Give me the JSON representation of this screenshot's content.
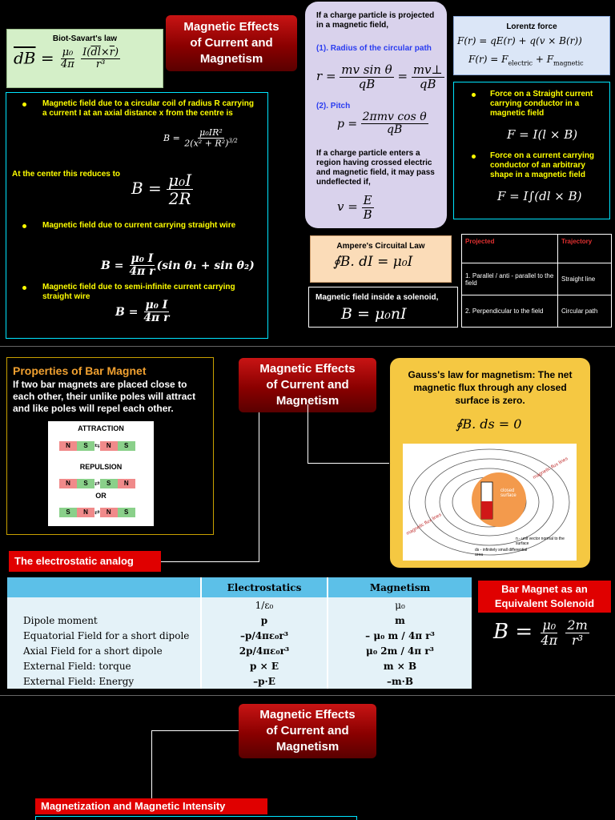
{
  "headers": {
    "top": "Magnetic Effects\nof Current and\nMagnetism",
    "middle": "Magnetic Effects\nof Current and\nMagnetism",
    "bottom": "Magnetic Effects\nof Current and\nMagnetism"
  },
  "biot": {
    "title": "Biot-Savart's law"
  },
  "left_panel": {
    "item1": "Magnetic field due to a circular coil of radius R carrying a current I at an axial distance x from the centre is",
    "center_text": "At the center this reduces to",
    "item2": "Magnetic field due to current carrying straight wire",
    "item3": "Magnetic field due to semi-infinite current carrying straight wire"
  },
  "charge_panel": {
    "intro": "If a charge particle is projected in a magnetic field,",
    "radius_label": "(1). Radius of the circular path",
    "pitch_label": "(2). Pitch",
    "crossed_text": "If a charge particle enters a region having crossed electric and magnetic field, it may pass undeflected if,"
  },
  "lorentz": {
    "title": "Lorentz force",
    "sub_electric": "electric",
    "sub_magnetic": "magnetic"
  },
  "force_panel": {
    "item1": "Force on a Straight current carrying conductor in a magnetic field",
    "item2": "Force on a current carrying conductor of an arbitrary shape in a magnetic field"
  },
  "ampere": {
    "title": "Ampere's Circuital Law"
  },
  "solenoid": {
    "title": "Magnetic field inside a solenoid,"
  },
  "trajectory_table": {
    "headers": [
      "Projected",
      "Trajectory"
    ],
    "rows": [
      [
        "1. Parallel / anti - parallel to the field",
        "Straight line"
      ],
      [
        "2. Perpendicular to the field",
        "Circular path"
      ]
    ]
  },
  "bar_magnet": {
    "title": "Properties of Bar Magnet",
    "text": "If two bar magnets are placed close to each other, their unlike poles will attract and like poles will repel each other.",
    "attraction": "ATTRACTION",
    "repulsion": "REPULSION",
    "or": "OR",
    "n": "N",
    "s": "S"
  },
  "gauss": {
    "text": "Gauss's law for magnetism: The net magnetic flux through any closed surface is zero.",
    "fig_flux1": "magnetic flux lines",
    "fig_flux2": "magnetic flux lines",
    "fig_closed": "closed surface",
    "fig_n": "n - unit vector normal to the surface",
    "fig_ds": "ds - infinitely small differential area"
  },
  "electrostatic_label": "The electrostatic analog",
  "analog_table": {
    "headers": [
      "",
      "Electrostatics",
      "Magnetism"
    ],
    "rows": [
      [
        "",
        "1/ε₀",
        "μ₀"
      ],
      [
        "Dipole moment",
        "p",
        "m"
      ],
      [
        "Equatorial Field for a short dipole",
        "–p/4πε₀r³",
        "– μ₀ m / 4π r³"
      ],
      [
        "Axial Field for a short dipole",
        "2p/4πε₀r³",
        "μ₀ 2m / 4π r³"
      ],
      [
        "External Field: torque",
        "p × E",
        "m × B"
      ],
      [
        "External Field: Energy",
        "–p·E",
        "–m·B"
      ]
    ]
  },
  "equiv_solenoid": "Bar Magnet as an\nEquivalent Solenoid",
  "magnetization_label": "Magnetization and Magnetic Intensity",
  "colors": {
    "header_red": "#b00000",
    "label_red": "#e00000",
    "cyan_border": "#00e5ff",
    "yellow_text": "#ffff00",
    "lavender": "#d9d2ec",
    "light_blue": "#dbe6f7",
    "gauss_yellow": "#f5c842"
  }
}
